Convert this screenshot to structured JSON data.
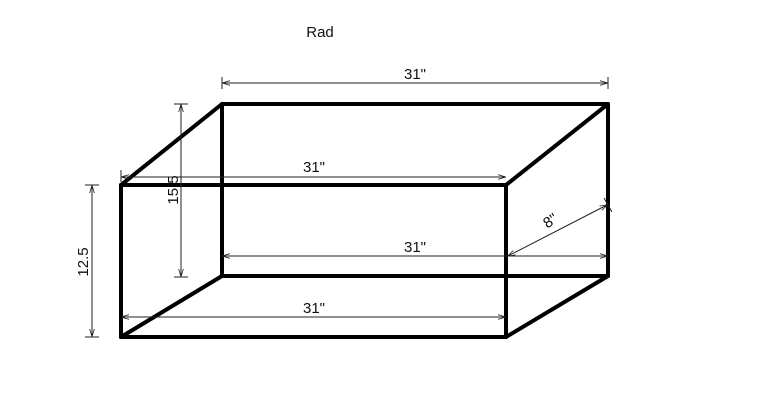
{
  "title": "Rad",
  "dimensions": {
    "top_back_width": "31\"",
    "top_front_width": "31\"",
    "bottom_back_width": "31\"",
    "bottom_front_width": "31\"",
    "depth": "8\"",
    "back_height": "15.5",
    "front_height": "12.5"
  },
  "colors": {
    "edges": "#000000",
    "dimension_lines": "#222222",
    "background": "#ffffff"
  }
}
